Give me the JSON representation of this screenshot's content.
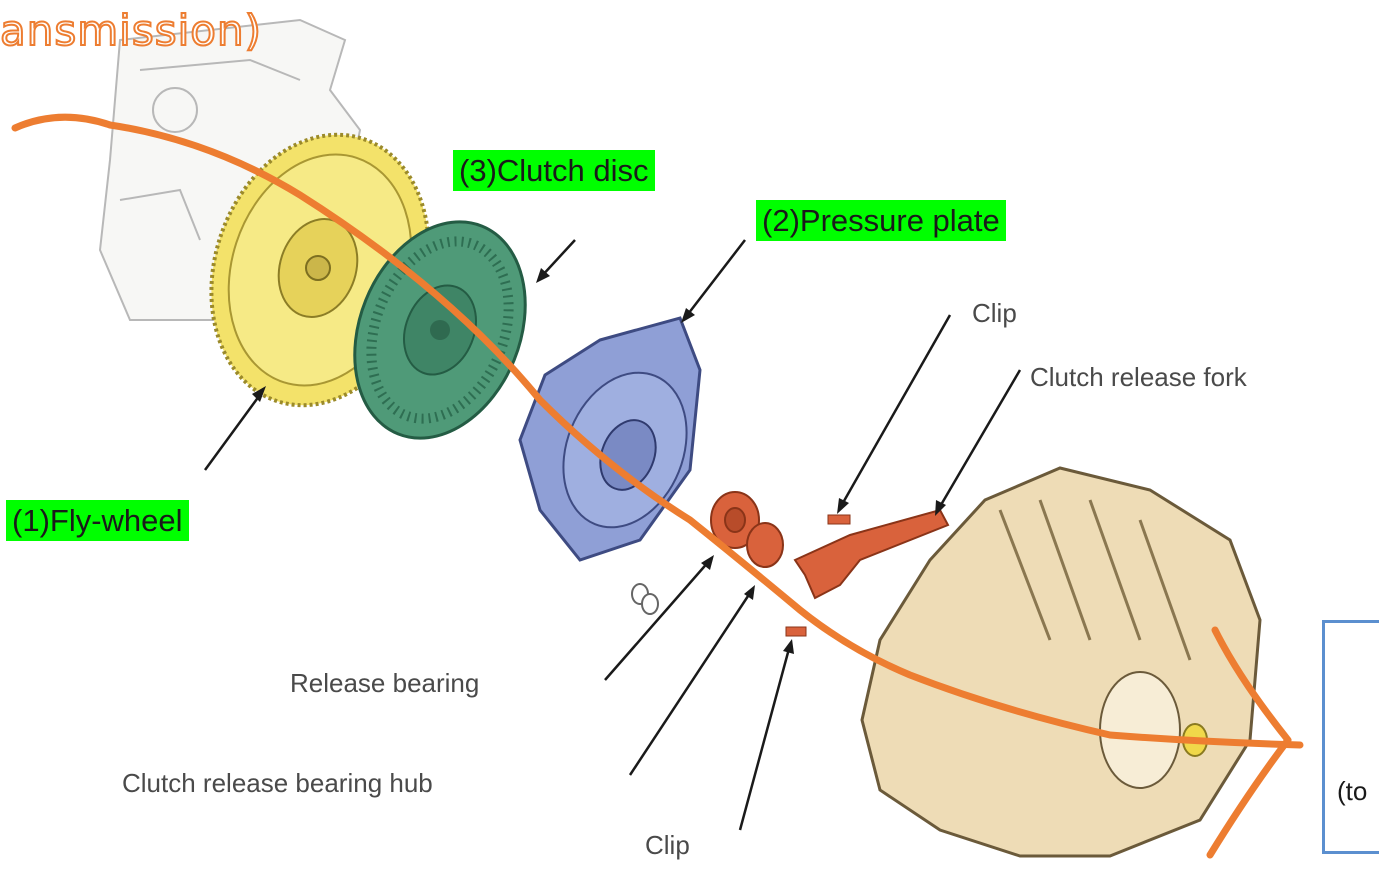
{
  "title_fragment": "ansmission)",
  "components": {
    "flywheel": "(1)Fly-wheel",
    "pressure_plate": "(2)Pressure plate",
    "clutch_disc": "(3)Clutch disc"
  },
  "labels": {
    "clip_top": "Clip",
    "clutch_release_fork": "Clutch release fork",
    "release_bearing": "Release bearing",
    "clutch_release_bearing_hub": "Clutch release bearing hub",
    "clip_bottom": "Clip"
  },
  "output_box_text": "(to",
  "colors": {
    "flow_arrow": "#ed7d31",
    "highlight": "#00ff00",
    "flywheel": "#f3e26a",
    "clutch_disc": "#4f9a78",
    "pressure_plate": "#8f9fd6",
    "release_parts": "#d9623c",
    "bell_housing": "#eedcb6",
    "box_border": "#5b8fcf"
  }
}
